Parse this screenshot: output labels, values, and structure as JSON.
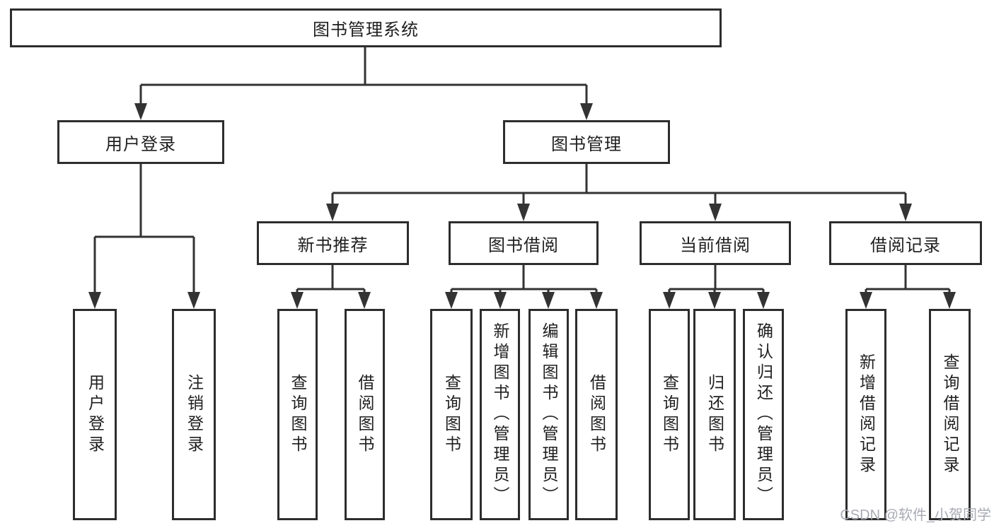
{
  "diagram": {
    "type": "hierarchy-tree",
    "colors": {
      "line": "#333333",
      "box_border": "#2d2d2d",
      "box_fill": "#ffffff",
      "text": "#1f1f1f",
      "watermark": "#a9abb4",
      "background": "#ffffff"
    },
    "nodes": {
      "root": {
        "label": "图书管理系统"
      },
      "level2": [
        {
          "label": "用户登录",
          "parent": "图书管理系统"
        },
        {
          "label": "图书管理",
          "parent": "图书管理系统"
        }
      ],
      "level3": [
        {
          "label": "新书推荐",
          "parent": "图书管理"
        },
        {
          "label": "图书借阅",
          "parent": "图书管理"
        },
        {
          "label": "当前借阅",
          "parent": "图书管理"
        },
        {
          "label": "借阅记录",
          "parent": "图书管理"
        }
      ],
      "leaves": [
        {
          "label": "用户登录",
          "parent": "用户登录"
        },
        {
          "label": "注销登录",
          "parent": "用户登录"
        },
        {
          "label": "查询图书",
          "parent": "新书推荐"
        },
        {
          "label": "借阅图书",
          "parent": "新书推荐"
        },
        {
          "label": "查询图书",
          "parent": "图书借阅"
        },
        {
          "label": "新增图书（管理员）",
          "parent": "图书借阅"
        },
        {
          "label": "编辑图书（管理员）",
          "parent": "图书借阅"
        },
        {
          "label": "借阅图书",
          "parent": "图书借阅"
        },
        {
          "label": "查询图书",
          "parent": "当前借阅"
        },
        {
          "label": "归还图书",
          "parent": "当前借阅"
        },
        {
          "label": "确认归还（管理员）",
          "parent": "当前借阅"
        },
        {
          "label": "新增借阅记录",
          "parent": "借阅记录"
        },
        {
          "label": "查询借阅记录",
          "parent": "借阅记录"
        }
      ]
    },
    "watermark": "CSDN @软件_小贺同学"
  }
}
